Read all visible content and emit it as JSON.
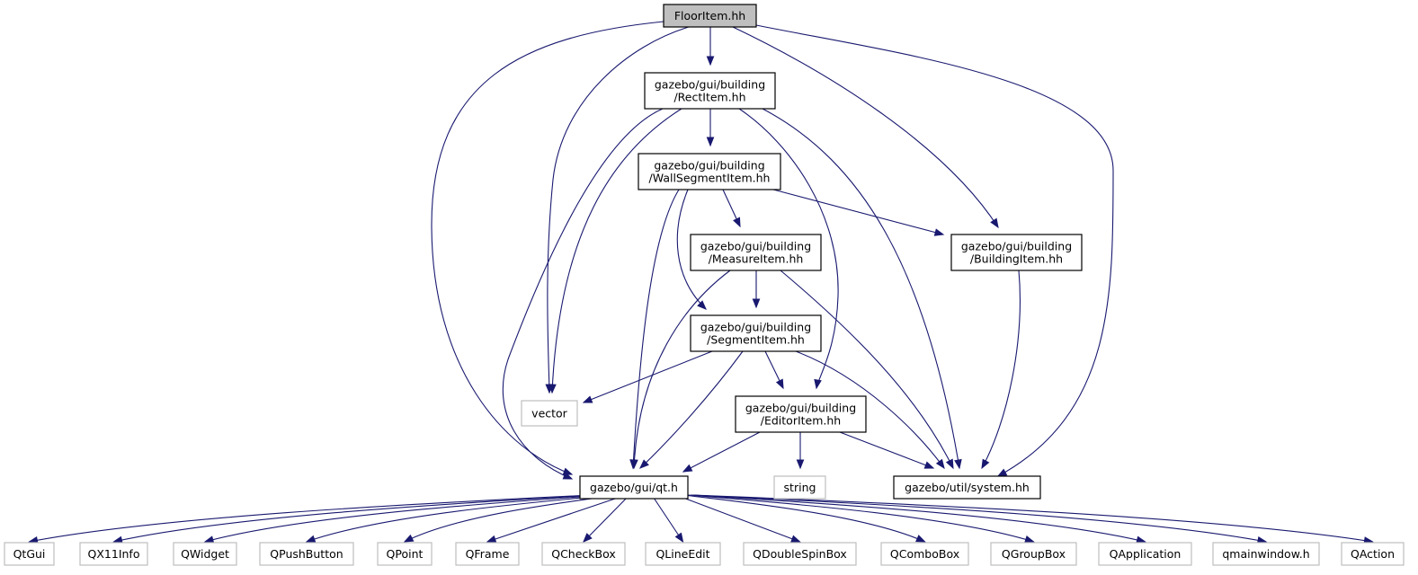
{
  "diagram": {
    "colors": {
      "edge": "#191970",
      "focus_fill": "#bfbfbf",
      "node_border": "#000000",
      "external_border": "#bfbfbf",
      "text": "#000000"
    },
    "nodes": [
      {
        "id": "flooritem",
        "lines": [
          "FloorItem.hh"
        ],
        "kind": "focus"
      },
      {
        "id": "rectitem",
        "lines": [
          "gazebo/gui/building",
          "/RectItem.hh"
        ],
        "kind": "internal"
      },
      {
        "id": "wallsegmentitem",
        "lines": [
          "gazebo/gui/building",
          "/WallSegmentItem.hh"
        ],
        "kind": "internal"
      },
      {
        "id": "measureitem",
        "lines": [
          "gazebo/gui/building",
          "/MeasureItem.hh"
        ],
        "kind": "internal"
      },
      {
        "id": "buildingitem",
        "lines": [
          "gazebo/gui/building",
          "/BuildingItem.hh"
        ],
        "kind": "internal"
      },
      {
        "id": "segmentitem",
        "lines": [
          "gazebo/gui/building",
          "/SegmentItem.hh"
        ],
        "kind": "internal"
      },
      {
        "id": "editoritem",
        "lines": [
          "gazebo/gui/building",
          "/EditorItem.hh"
        ],
        "kind": "internal"
      },
      {
        "id": "vector",
        "lines": [
          "vector"
        ],
        "kind": "external"
      },
      {
        "id": "qt",
        "lines": [
          "gazebo/gui/qt.h"
        ],
        "kind": "internal"
      },
      {
        "id": "string",
        "lines": [
          "string"
        ],
        "kind": "external"
      },
      {
        "id": "system",
        "lines": [
          "gazebo/util/system.hh"
        ],
        "kind": "internal"
      },
      {
        "id": "qtgui",
        "lines": [
          "QtGui"
        ],
        "kind": "external"
      },
      {
        "id": "qx11info",
        "lines": [
          "QX11Info"
        ],
        "kind": "external"
      },
      {
        "id": "qwidget",
        "lines": [
          "QWidget"
        ],
        "kind": "external"
      },
      {
        "id": "qpushbutton",
        "lines": [
          "QPushButton"
        ],
        "kind": "external"
      },
      {
        "id": "qpoint",
        "lines": [
          "QPoint"
        ],
        "kind": "external"
      },
      {
        "id": "qframe",
        "lines": [
          "QFrame"
        ],
        "kind": "external"
      },
      {
        "id": "qcheckbox",
        "lines": [
          "QCheckBox"
        ],
        "kind": "external"
      },
      {
        "id": "qlineedit",
        "lines": [
          "QLineEdit"
        ],
        "kind": "external"
      },
      {
        "id": "qdoublespinbox",
        "lines": [
          "QDoubleSpinBox"
        ],
        "kind": "external"
      },
      {
        "id": "qcombobox",
        "lines": [
          "QComboBox"
        ],
        "kind": "external"
      },
      {
        "id": "qgroupbox",
        "lines": [
          "QGroupBox"
        ],
        "kind": "external"
      },
      {
        "id": "qapplication",
        "lines": [
          "QApplication"
        ],
        "kind": "external"
      },
      {
        "id": "qmainwindow",
        "lines": [
          "qmainwindow.h"
        ],
        "kind": "external"
      },
      {
        "id": "qaction",
        "lines": [
          "QAction"
        ],
        "kind": "external"
      }
    ],
    "edges": [
      {
        "from": "flooritem",
        "to": "rectitem"
      },
      {
        "from": "flooritem",
        "to": "vector"
      },
      {
        "from": "flooritem",
        "to": "qt"
      },
      {
        "from": "flooritem",
        "to": "buildingitem"
      },
      {
        "from": "flooritem",
        "to": "system"
      },
      {
        "from": "rectitem",
        "to": "wallsegmentitem"
      },
      {
        "from": "rectitem",
        "to": "vector"
      },
      {
        "from": "rectitem",
        "to": "qt"
      },
      {
        "from": "rectitem",
        "to": "editoritem"
      },
      {
        "from": "rectitem",
        "to": "system"
      },
      {
        "from": "wallsegmentitem",
        "to": "measureitem"
      },
      {
        "from": "wallsegmentitem",
        "to": "buildingitem"
      },
      {
        "from": "wallsegmentitem",
        "to": "segmentitem"
      },
      {
        "from": "wallsegmentitem",
        "to": "qt"
      },
      {
        "from": "measureitem",
        "to": "segmentitem"
      },
      {
        "from": "measureitem",
        "to": "qt"
      },
      {
        "from": "measureitem",
        "to": "system"
      },
      {
        "from": "buildingitem",
        "to": "system"
      },
      {
        "from": "segmentitem",
        "to": "vector"
      },
      {
        "from": "segmentitem",
        "to": "editoritem"
      },
      {
        "from": "segmentitem",
        "to": "qt"
      },
      {
        "from": "segmentitem",
        "to": "system"
      },
      {
        "from": "editoritem",
        "to": "qt"
      },
      {
        "from": "editoritem",
        "to": "string"
      },
      {
        "from": "editoritem",
        "to": "system"
      },
      {
        "from": "qt",
        "to": "qtgui"
      },
      {
        "from": "qt",
        "to": "qx11info"
      },
      {
        "from": "qt",
        "to": "qwidget"
      },
      {
        "from": "qt",
        "to": "qpushbutton"
      },
      {
        "from": "qt",
        "to": "qpoint"
      },
      {
        "from": "qt",
        "to": "qframe"
      },
      {
        "from": "qt",
        "to": "qcheckbox"
      },
      {
        "from": "qt",
        "to": "qlineedit"
      },
      {
        "from": "qt",
        "to": "qdoublespinbox"
      },
      {
        "from": "qt",
        "to": "qcombobox"
      },
      {
        "from": "qt",
        "to": "qgroupbox"
      },
      {
        "from": "qt",
        "to": "qapplication"
      },
      {
        "from": "qt",
        "to": "qmainwindow"
      },
      {
        "from": "qt",
        "to": "qaction"
      }
    ]
  }
}
